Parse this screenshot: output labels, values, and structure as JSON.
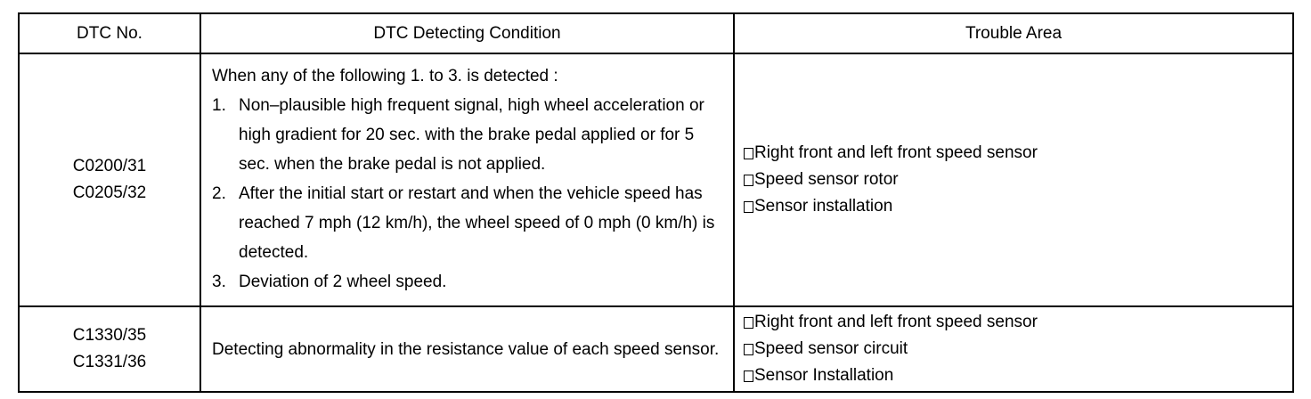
{
  "headers": [
    "DTC No.",
    "DTC Detecting Condition",
    "Trouble Area"
  ],
  "rows": [
    {
      "codes": [
        "C0200/31",
        "C0205/32"
      ],
      "condition_intro": "When any of the following 1. to 3. is detected :",
      "condition_steps": [
        {
          "num": "1.",
          "text": "Non–plausible high frequent signal, high wheel acceleration or high gradient for 20 sec. with the brake pedal applied or for 5 sec. when the brake pedal is not applied."
        },
        {
          "num": "2.",
          "text": "After the initial start or restart and when the vehicle speed has reached 7 mph (12 km/h), the wheel speed of 0 mph (0 km/h) is detected."
        },
        {
          "num": "3.",
          "text": "Deviation of 2 wheel speed."
        }
      ],
      "trouble_areas": [
        "Right front and left front speed sensor",
        "Speed sensor rotor",
        "Sensor installation"
      ]
    },
    {
      "codes": [
        "C1330/35",
        "C1331/36"
      ],
      "condition_text": "Detecting abnormality in the resistance value of each speed sensor.",
      "trouble_areas": [
        "Right front and left front speed sensor",
        "Speed sensor circuit",
        "Sensor Installation"
      ]
    }
  ]
}
